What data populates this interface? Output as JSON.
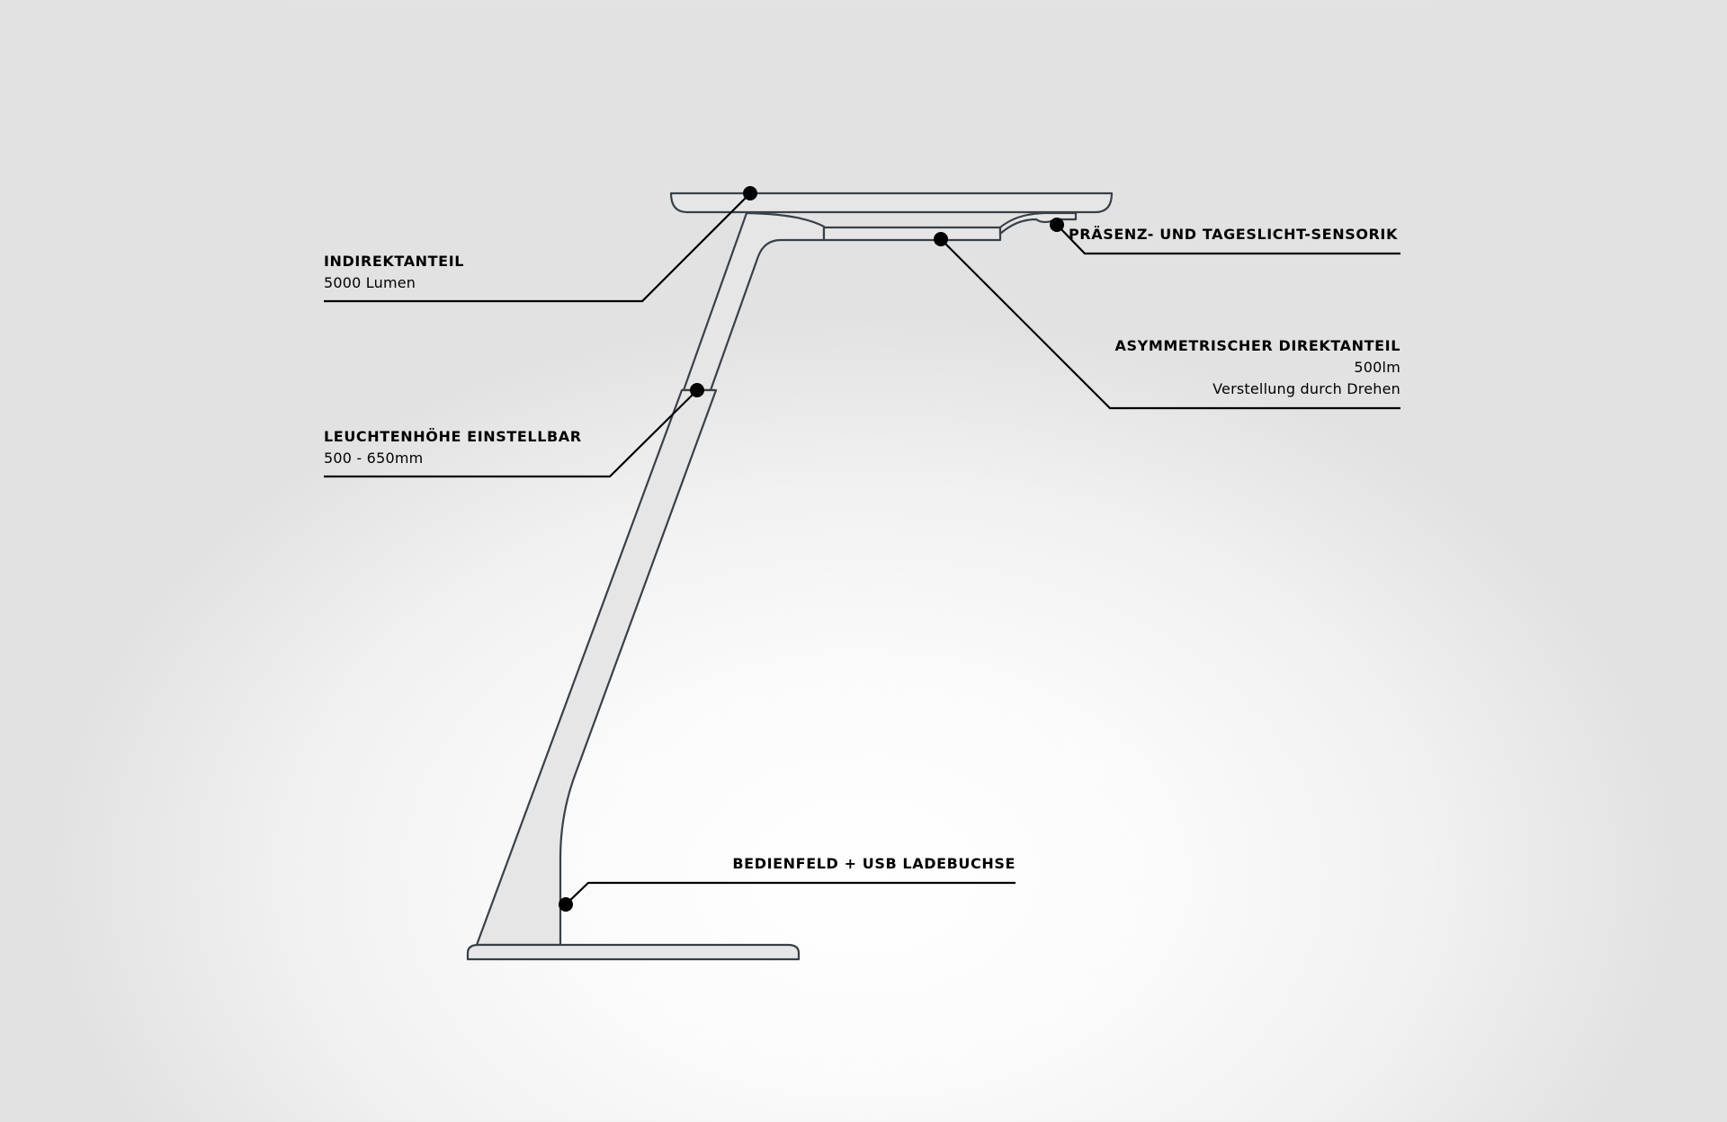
{
  "callouts": {
    "indirekt": {
      "title": "INDIREKTANTEIL",
      "sub": "5000 Lumen"
    },
    "hoehe": {
      "title": "LEUCHTENHÖHE EINSTELLBAR",
      "sub": "500 - 650mm"
    },
    "sensorik": {
      "title": "PRÄSENZ- UND TAGESLICHT-SENSORIK"
    },
    "direkt": {
      "title": "ASYMMETRISCHER DIREKTANTEIL",
      "sub1": "500lm",
      "sub2": "Verstellung durch Drehen"
    },
    "bedienfeld": {
      "title": "BEDIENFELD + USB LADEBUCHSE"
    }
  },
  "colors": {
    "part_fill": "#e6e6e6",
    "part_stroke": "#3a4048",
    "leader": "#000000",
    "dot": "#000000"
  }
}
